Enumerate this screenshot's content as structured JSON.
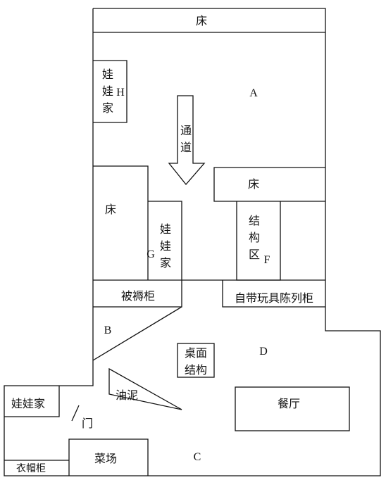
{
  "labels": {
    "bed_top": "床",
    "area_a": "A",
    "doll_house_h": "娃娃家",
    "letter_h": "H",
    "passage": "通道",
    "bed_right": "床",
    "bed_left": "床",
    "doll_house_g": "娃娃家",
    "letter_g": "G",
    "structure_area": "结构区",
    "letter_f": "F",
    "bedding_cabinet": "被褥柜",
    "toy_display_cabinet": "自带玩具陈列柜",
    "area_b": "B",
    "tabletop_structure": "桌面结构",
    "area_d": "D",
    "doll_house_left": "娃娃家",
    "plasticine": "油泥",
    "dining_hall": "餐厅",
    "door": "门",
    "vegetable_market": "菜场",
    "area_c": "C",
    "hat_cabinet": "衣帽柜"
  },
  "colors": {
    "stroke": "#111111",
    "background": "#ffffff"
  }
}
